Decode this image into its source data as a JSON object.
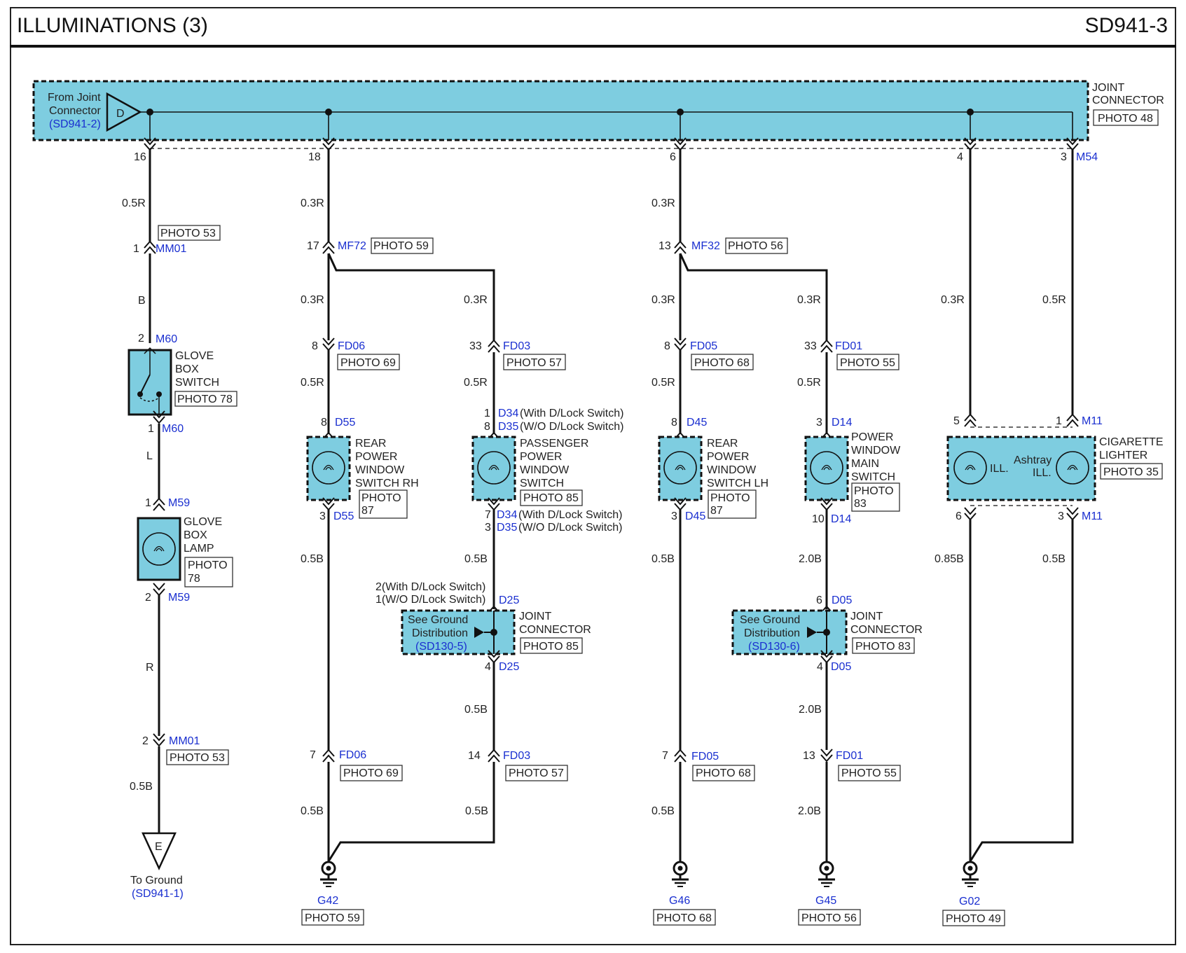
{
  "header": {
    "title": "ILLUMINATIONS (3)",
    "code": "SD941-3"
  },
  "joint_top": {
    "from": [
      "From Joint",
      "Connector"
    ],
    "ref": "(SD941-2)",
    "letter": "D",
    "name": [
      "JOINT",
      "CONNECTOR"
    ],
    "photo": "PHOTO 48",
    "conn": "M54"
  },
  "pins_top": {
    "c1": "16",
    "c2": "18",
    "c3": "6",
    "c4": "4",
    "c5": "3"
  },
  "col1": {
    "w1": "0.5R",
    "mm01a_pin": "1",
    "mm01a": "MM01",
    "mm01a_photo": "PHOTO 53",
    "w2": "B",
    "m60a_pin": "2",
    "m60a": "M60",
    "switch_name": [
      "GLOVE",
      "BOX",
      "SWITCH"
    ],
    "switch_photo": "PHOTO 78",
    "m60b_pin": "1",
    "m60b": "M60",
    "w3": "L",
    "m59a_pin": "1",
    "m59a": "M59",
    "lamp_name": [
      "GLOVE",
      "BOX",
      "LAMP"
    ],
    "lamp_photo": [
      "PHOTO",
      "78"
    ],
    "m59b_pin": "2",
    "m59b": "M59",
    "w4": "R",
    "mm01b_pin": "2",
    "mm01b": "MM01",
    "mm01b_photo": "PHOTO 53",
    "w5": "0.5B",
    "ground_letter": "E",
    "ground_text": "To Ground",
    "ground_ref": "(SD941-1)"
  },
  "col2": {
    "w1": "0.3R",
    "mf72_pin": "17",
    "mf72": "MF72",
    "mf72_photo": "PHOTO 59",
    "a_w": "0.3R",
    "a_fd_pin": "8",
    "a_fd": "FD06",
    "a_fd_photo": "PHOTO 69",
    "a_w2": "0.5R",
    "a_d_pin": "8",
    "a_d": "D55",
    "a_name": [
      "REAR",
      "POWER",
      "WINDOW",
      "SWITCH RH"
    ],
    "a_photo": [
      "PHOTO",
      "87"
    ],
    "a_d2_pin": "3",
    "a_d2": "D55",
    "a_w3": "0.5B",
    "a_fd2_pin": "7",
    "a_fd2": "FD06",
    "a_fd2_photo": "PHOTO 69",
    "a_w4": "0.5B",
    "b_w": "0.3R",
    "b_fd_pin": "33",
    "b_fd": "FD03",
    "b_fd_photo": "PHOTO 57",
    "b_w2": "0.5R",
    "b_d_top": [
      {
        "pin": "1",
        "conn": "D34",
        "note": "(With D/Lock Switch)"
      },
      {
        "pin": "8",
        "conn": "D35",
        "note": "(W/O D/Lock Switch)"
      }
    ],
    "b_name": [
      "PASSENGER",
      "POWER",
      "WINDOW",
      "SWITCH"
    ],
    "b_photo": "PHOTO 85",
    "b_d_bot": [
      {
        "pin": "7",
        "conn": "D34",
        "note": "(With D/Lock Switch)"
      },
      {
        "pin": "3",
        "conn": "D35",
        "note": "(W/O D/Lock Switch)"
      }
    ],
    "b_w3": "0.5B",
    "b_jc_pins": [
      "2(With D/Lock Switch)",
      "1(W/O D/Lock Switch)"
    ],
    "b_jc": "D25",
    "b_jc_see": [
      "See Ground",
      "Distribution"
    ],
    "b_jc_ref": "(SD130-5)",
    "b_jc_name": [
      "JOINT",
      "CONNECTOR"
    ],
    "b_jc_photo": "PHOTO 85",
    "b_jc2_pin": "4",
    "b_jc2": "D25",
    "b_w4": "0.5B",
    "b_fd2_pin": "14",
    "b_fd2": "FD03",
    "b_fd2_photo": "PHOTO 57",
    "b_w5": "0.5B",
    "ground": "G42",
    "ground_photo": "PHOTO 59"
  },
  "col3": {
    "w1": "0.3R",
    "mf32_pin": "13",
    "mf32": "MF32",
    "mf32_photo": "PHOTO 56",
    "a_w": "0.3R",
    "a_fd_pin": "8",
    "a_fd": "FD05",
    "a_fd_photo": "PHOTO 68",
    "a_w2": "0.5R",
    "a_d_pin": "8",
    "a_d": "D45",
    "a_name": [
      "REAR",
      "POWER",
      "WINDOW",
      "SWITCH LH"
    ],
    "a_photo": [
      "PHOTO",
      "87"
    ],
    "a_d2_pin": "3",
    "a_d2": "D45",
    "a_w3": "0.5B",
    "a_fd2_pin": "7",
    "a_fd2": "FD05",
    "a_fd2_photo": "PHOTO 68",
    "a_w4": "0.5B",
    "a_ground": "G46",
    "a_ground_photo": "PHOTO 68",
    "b_w": "0.3R",
    "b_fd_pin": "33",
    "b_fd": "FD01",
    "b_fd_photo": "PHOTO 55",
    "b_w2": "0.5R",
    "b_d_pin": "3",
    "b_d": "D14",
    "b_name": [
      "POWER",
      "WINDOW",
      "MAIN",
      "SWITCH"
    ],
    "b_photo": [
      "PHOTO",
      "83"
    ],
    "b_d2_pin": "10",
    "b_d2": "D14",
    "b_w3": "2.0B",
    "b_jc_pin": "6",
    "b_jc": "D05",
    "b_jc_see": [
      "See Ground",
      "Distribution"
    ],
    "b_jc_ref": "(SD130-6)",
    "b_jc_name": [
      "JOINT",
      "CONNECTOR"
    ],
    "b_jc_photo": "PHOTO 83",
    "b_jc2_pin": "4",
    "b_jc2": "D05",
    "b_w4": "2.0B",
    "b_fd2_pin": "13",
    "b_fd2": "FD01",
    "b_fd2_photo": "PHOTO 55",
    "b_w5": "2.0B",
    "b_ground": "G45",
    "b_ground_photo": "PHOTO 56"
  },
  "col4": {
    "w1": "0.3R",
    "w2": "0.5R",
    "m11a_pin_l": "5",
    "m11a_pin_r": "1",
    "m11a": "M11",
    "ill1": "ILL.",
    "ill2_a": "Ashtray",
    "ill2_b": "ILL.",
    "name": [
      "CIGARETTE",
      "LIGHTER"
    ],
    "photo": "PHOTO 35",
    "m11b_pin_l": "6",
    "m11b_pin_r": "3",
    "m11b": "M11",
    "w3": "0.85B",
    "w4": "0.5B",
    "ground": "G02",
    "ground_photo": "PHOTO 49"
  }
}
